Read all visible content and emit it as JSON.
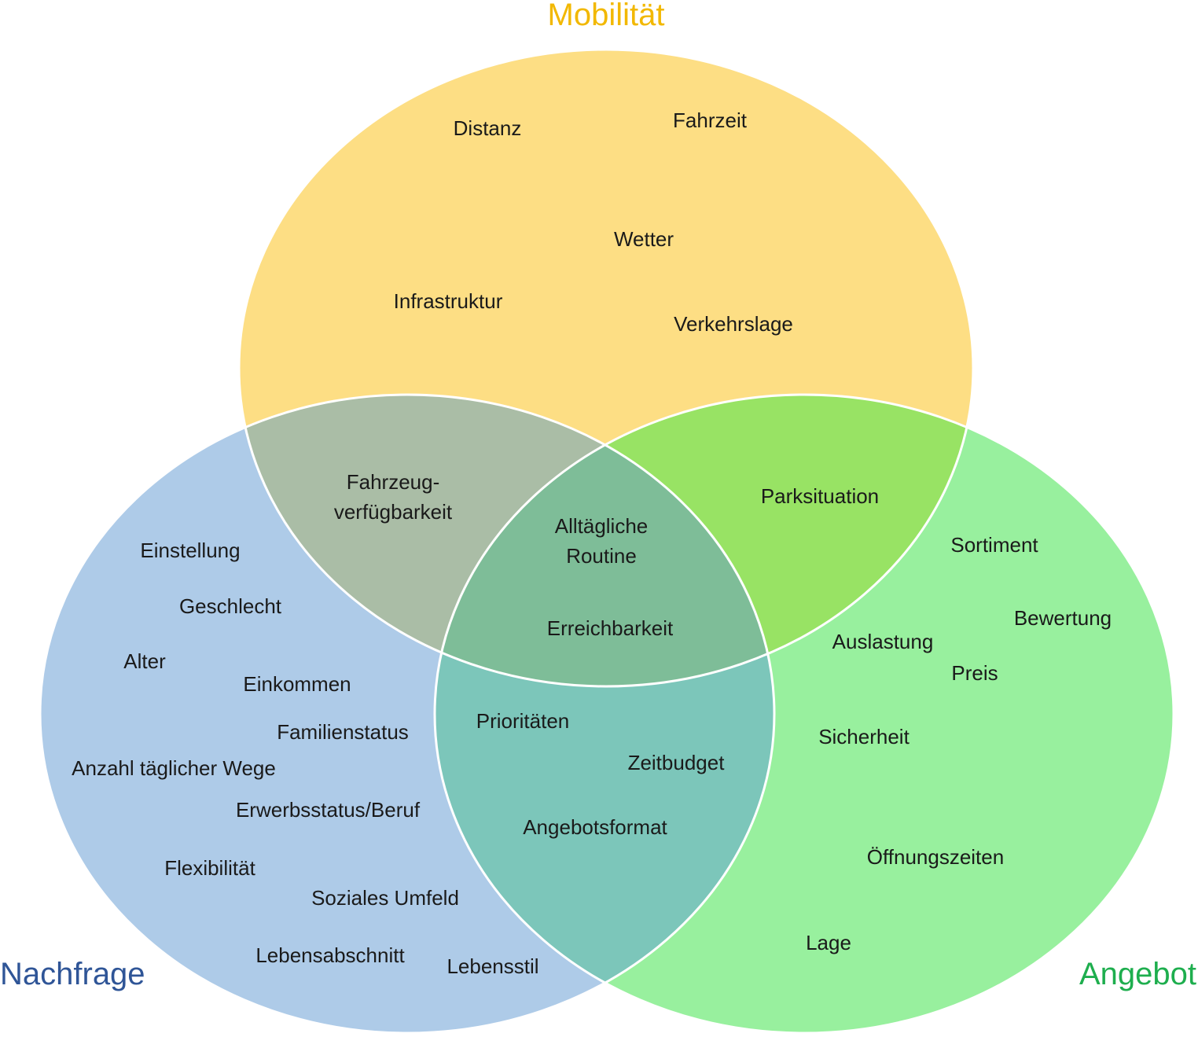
{
  "colors": {
    "mobilitaet_fill": "#FDDE84",
    "nachfrage_fill": "#AECBE8",
    "angebot_fill": "#98F09E",
    "mob_nach_fill": "#AABDA6",
    "mob_ang_fill": "#98E364",
    "nach_ang_fill": "#7CC6BA",
    "center_fill": "#7EBD98",
    "outline": "#ffffff",
    "mobilitaet_title": "#F2B800",
    "nachfrage_title": "#2F5597",
    "angebot_title": "#1EAE4E"
  },
  "sets": {
    "mobilitaet": {
      "title": "Mobilität"
    },
    "nachfrage": {
      "title": "Nachfrage"
    },
    "angebot": {
      "title": "Angebot"
    }
  },
  "items": {
    "distanz": "Distanz",
    "fahrzeit": "Fahrzeit",
    "wetter": "Wetter",
    "infrastruktur": "Infrastruktur",
    "verkehrslage": "Verkehrslage",
    "fahrzeug_1": "Fahrzeug-",
    "fahrzeug_2": "verfügbarkeit",
    "parksituation": "Parksituation",
    "routine_1": "Alltägliche",
    "routine_2": "Routine",
    "erreichbarkeit": "Erreichbarkeit",
    "einstellung": "Einstellung",
    "geschlecht": "Geschlecht",
    "alter": "Alter",
    "einkommen": "Einkommen",
    "familienstatus": "Familienstatus",
    "anzahl_wege": "Anzahl täglicher Wege",
    "erwerbsstatus": "Erwerbsstatus/Beruf",
    "flexibilitaet": "Flexibilität",
    "soziales_umfeld": "Soziales Umfeld",
    "lebensabschnitt": "Lebensabschnitt",
    "lebensstil": "Lebensstil",
    "prioritaeten": "Prioritäten",
    "zeitbudget": "Zeitbudget",
    "angebotsformat": "Angebotsformat",
    "sortiment": "Sortiment",
    "bewertung": "Bewertung",
    "auslastung": "Auslastung",
    "preis": "Preis",
    "sicherheit": "Sicherheit",
    "oeffnungszeiten": "Öffnungszeiten",
    "lage": "Lage"
  }
}
